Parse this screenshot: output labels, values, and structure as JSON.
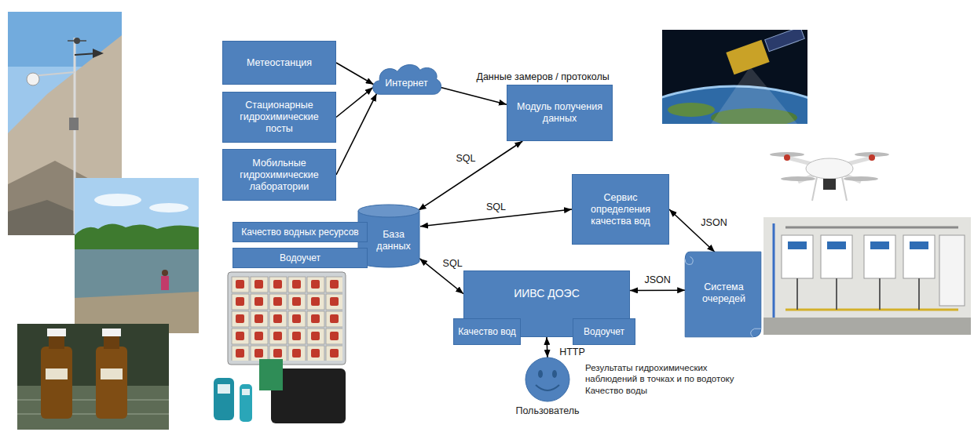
{
  "diagram": {
    "nodes": [
      {
        "text": [
          "Метеостанция"
        ]
      },
      {
        "text": [
          "Стационарные гидрохимические посты"
        ]
      },
      {
        "text": [
          "Мобильные гидрохимические лаборатории"
        ]
      },
      {
        "text": [
          "Интернет"
        ]
      },
      {
        "text": [
          "Модуль получения данных"
        ]
      },
      {
        "text": [
          "База данных"
        ]
      },
      {
        "text": [
          "Качество водных ресурсов"
        ]
      },
      {
        "text": [
          "Водоучет"
        ]
      },
      {
        "text": [
          "Сервис определения качества вод"
        ]
      },
      {
        "text": [
          "Система очередей"
        ]
      },
      {
        "text": [
          "ИИВС ДОЭС"
        ]
      },
      {
        "text": [
          "Качество вод"
        ],
        "in": 10
      },
      {
        "text": [
          "Водоучет"
        ],
        "in": 10
      },
      {
        "text": [
          "Пользователь"
        ]
      }
    ],
    "edges": [
      {
        "from": 0,
        "to": 3,
        "arrow": "to"
      },
      {
        "from": 1,
        "to": 3,
        "arrow": "to"
      },
      {
        "from": 2,
        "to": 3,
        "arrow": "to"
      },
      {
        "from": 3,
        "to": 4,
        "arrow": "to",
        "label": "Данные замеров / протоколы"
      },
      {
        "from": 4,
        "to": 5,
        "arrow": "both",
        "label": "SQL"
      },
      {
        "from": 5,
        "to": 8,
        "arrow": "both",
        "label": "SQL"
      },
      {
        "from": 5,
        "to": 10,
        "arrow": "both",
        "label": "SQL"
      },
      {
        "from": 8,
        "to": 9,
        "arrow": "both",
        "label": "JSON"
      },
      {
        "from": 10,
        "to": 9,
        "arrow": "both",
        "label": "JSON"
      },
      {
        "from": 10,
        "to": 13,
        "arrow": "both",
        "label": "HTTP"
      }
    ],
    "labels": [
      "Результаты гидрохимических наблюдений в точках и по водотоку",
      "Качество воды"
    ]
  }
}
